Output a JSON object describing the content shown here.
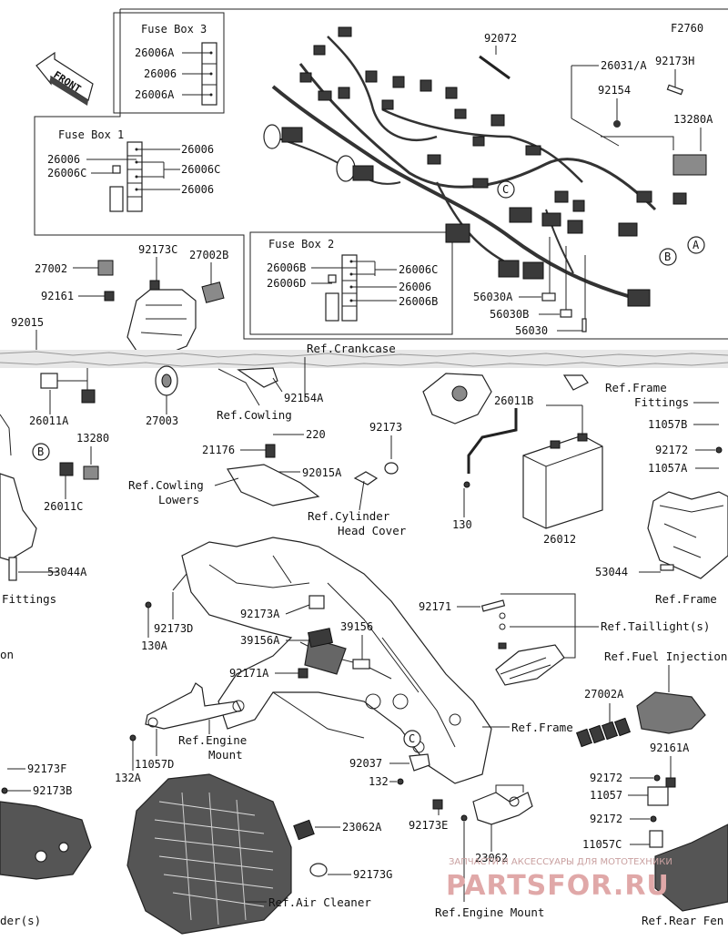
{
  "diagram": {
    "code": "F2760",
    "front_label": "FRONT",
    "fuse_boxes": {
      "box3": {
        "title": "Fuse Box 3",
        "labels": [
          "26006A",
          "26006",
          "26006A"
        ]
      },
      "box1": {
        "title": "Fuse Box 1",
        "labels": [
          "26006",
          "26006",
          "26006C",
          "26006C",
          "26006"
        ]
      },
      "box2": {
        "title": "Fuse Box 2",
        "labels": [
          "26006B",
          "26006D",
          "26006C",
          "26006",
          "26006B"
        ]
      }
    },
    "labels": {
      "p92072": "92072",
      "p26031A": "26031/A",
      "p92173H": "92173H",
      "p92154": "92154",
      "p13280A": "13280A",
      "p56030A": "56030A",
      "p56030B": "56030B",
      "p56030": "56030",
      "p27002": "27002",
      "p92173C": "92173C",
      "p27002B": "27002B",
      "p92161": "92161",
      "p92015": "92015",
      "refCrankcase": "Ref.Crankcase",
      "p26011A": "26011A",
      "p27003": "27003",
      "refCowling": "Ref.Cowling",
      "p92154A": "92154A",
      "p13280": "13280",
      "p26011C": "26011C",
      "p53044A": "53044A",
      "fittingsL": "Fittings",
      "p21176": "21176",
      "p220": "220",
      "p92015A": "92015A",
      "refCowlingLowers1": "Ref.Cowling",
      "refCowlingLowers2": "Lowers",
      "p92173": "92173",
      "refCylHead1": "Ref.Cylinder",
      "refCylHead2": "Head Cover",
      "p130": "130",
      "p26011B": "26011B",
      "p26012": "26012",
      "refFrameFittings1": "Ref.Frame",
      "refFrameFittings2": "Fittings",
      "p11057B": "11057B",
      "p92172a": "92172",
      "p11057A": "11057A",
      "p53044": "53044",
      "refFrameR": "Ref.Frame",
      "p130A": "130A",
      "p92173D": "92173D",
      "p92173A": "92173A",
      "p39156": "39156",
      "p39156A": "39156A",
      "p92171": "92171",
      "refTaillight": "Ref.Taillight(s)",
      "refFuelInjection": "Ref.Fuel Injection",
      "p27002A": "27002A",
      "p92171A": "92171A",
      "refEngineMount1a": "Ref.Engine",
      "refEngineMount1b": "Mount",
      "refFrameC": "Ref.Frame",
      "p92161A": "92161A",
      "p11057D": "11057D",
      "p132A": "132A",
      "p92037": "92037",
      "p132": "132",
      "p92172b": "92172",
      "p11057": "11057",
      "p92172c": "92172",
      "p11057C": "11057C",
      "p92173F": "92173F",
      "p92173B": "92173B",
      "p23062A": "23062A",
      "p92173E": "92173E",
      "p23062": "23062",
      "p92173G": "92173G",
      "refAirCleaner": "Ref.Air Cleaner",
      "refEngineMount2": "Ref.Engine Mount",
      "refRearFender": "Ref.Rear Fen",
      "fenderL": "der(s)",
      "ionL": "on"
    },
    "callouts": {
      "A1": "A",
      "B1": "B",
      "C1": "C",
      "B2": "B",
      "C2": "C"
    },
    "watermark": {
      "line1": "ЗАПЧАСТИ И АКСЕССУАРЫ ДЛЯ МОТОТЕХНИКИ",
      "line2": "PARTSFOR.RU"
    }
  }
}
